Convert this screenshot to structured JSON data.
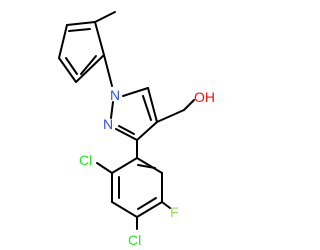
{
  "structure": {
    "colors": {
      "bond": "#000000",
      "N": "#3050F8",
      "O": "#FF0D0D",
      "Cl": "#1FF01F",
      "F": "#90E050"
    },
    "atoms": [
      {
        "label": "N",
        "element": "N"
      },
      {
        "label": "N",
        "element": "N"
      },
      {
        "label": "OH",
        "element": "O"
      },
      {
        "label": "Cl",
        "element": "Cl"
      },
      {
        "label": "Cl",
        "element": "Cl"
      },
      {
        "label": "F",
        "element": "F"
      }
    ]
  }
}
